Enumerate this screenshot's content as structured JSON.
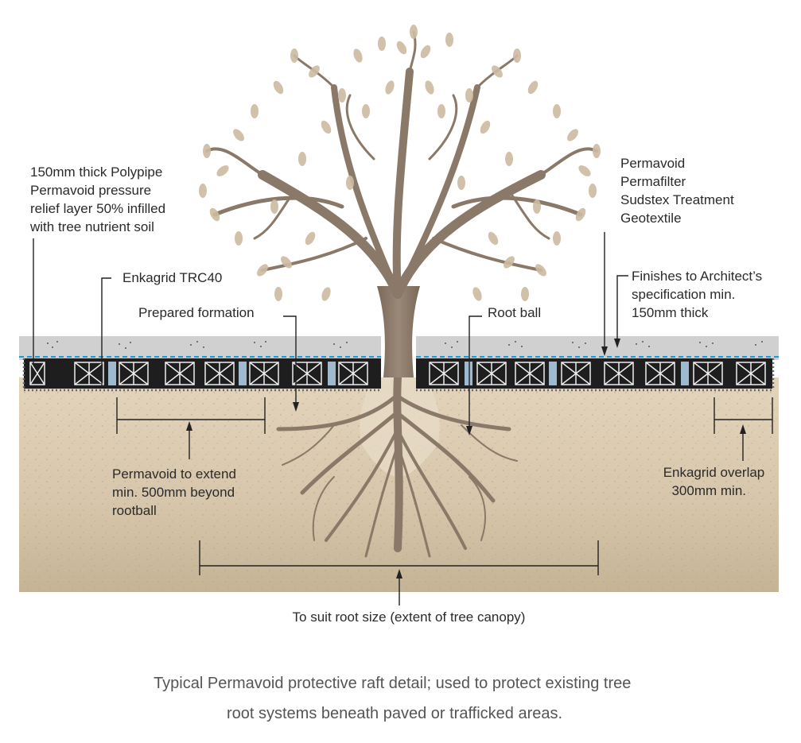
{
  "labels": {
    "polypipe": [
      "150mm thick Polypipe",
      "Permavoid pressure",
      "relief layer 50% infilled",
      "with tree nutrient soil"
    ],
    "enkagrid": "Enkagrid TRC40",
    "prepared_formation": "Prepared formation",
    "root_ball": "Root ball",
    "permafilter": [
      "Permavoid",
      "Permafilter",
      "Sudstex Treatment",
      "Geotextile"
    ],
    "finishes": [
      "Finishes to Architect’s",
      "specification min.",
      "150mm thick"
    ],
    "extend": [
      "Permavoid to extend",
      "min. 500mm beyond",
      "rootball"
    ],
    "overlap": [
      "Enkagrid overlap",
      "300mm min."
    ],
    "root_size": "To suit root size (extent of tree canopy)"
  },
  "caption": [
    "Typical Permavoid protective raft detail; used to protect existing tree",
    "root systems beneath paved or trafficked areas."
  ],
  "colors": {
    "soil": "#d8c8ae",
    "paving": "#cfcfcf",
    "geotextile_line": "#1a9ad6",
    "raft": "#1e1e1e",
    "column": "#9fb9cf",
    "tree": "#8a7868",
    "leaf": "#cdbba1"
  }
}
